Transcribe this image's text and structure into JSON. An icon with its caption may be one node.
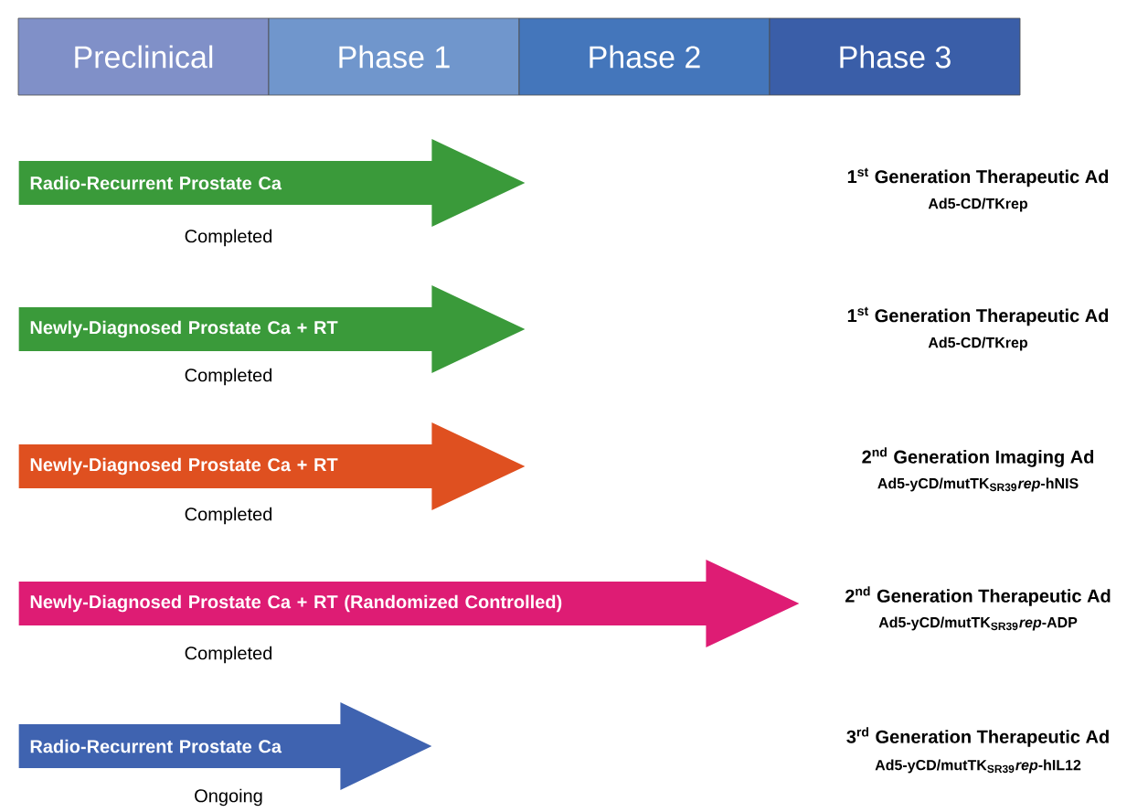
{
  "diagram": {
    "nodes": [
      {
        "text": [
          "Preclinical"
        ]
      },
      {
        "text": [
          "Phase 1"
        ]
      },
      {
        "text": [
          "Phase 2"
        ]
      },
      {
        "text": [
          "Phase 3"
        ]
      },
      {
        "text": [
          "Radio-Recurrent Prostate Ca"
        ],
        "beside": [
          "Completed"
        ]
      },
      {
        "text": [
          "Newly-Diagnosed Prostate Ca + RT"
        ],
        "beside": [
          "Completed"
        ]
      },
      {
        "text": [
          "Newly-Diagnosed Prostate Ca + RT"
        ],
        "beside": [
          "Completed"
        ]
      },
      {
        "text": [
          "Newly-Diagnosed Prostate Ca + RT (Randomized Controlled)"
        ],
        "beside": [
          "Completed"
        ]
      },
      {
        "text": [
          "Radio-Recurrent Prostate Ca"
        ],
        "beside": [
          "Ongoing"
        ]
      }
    ],
    "labels": [
      "1$^{st}$ Generation Therapeutic Ad",
      "Ad5-CD/TKrep",
      "1$^{st}$ Generation Therapeutic Ad",
      "Ad5-CD/TKrep",
      "2$^{nd}$ Generation Imaging Ad",
      "Ad5-yCD/mutTK$_{SR39}$*rep*-hNIS",
      "2$^{nd}$ Generation Therapeutic Ad",
      "Ad5-yCD/mutTK$_{SR39}$*rep*-ADP",
      "3$^{rd}$ Generation Therapeutic Ad",
      "Ad5-yCD/mutTK$_{SR39}$*rep*-hIL12"
    ]
  }
}
